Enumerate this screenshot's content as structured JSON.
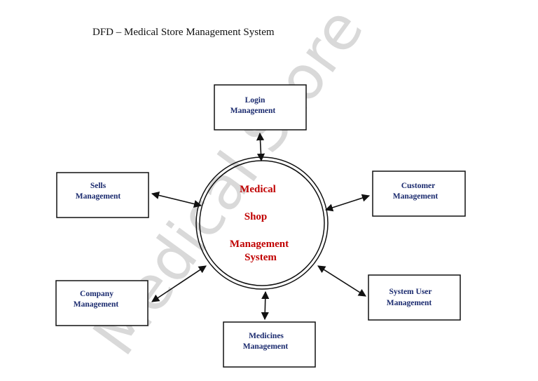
{
  "title": "DFD – Medical Store Management System",
  "center": {
    "lines": [
      "Medical",
      "Shop",
      "Management",
      "System"
    ]
  },
  "entities": {
    "login": [
      "Login",
      "Management"
    ],
    "customer": [
      "Customer",
      "Management"
    ],
    "system_user": [
      "System User",
      "Management"
    ],
    "medicines": [
      "Medicines",
      "Management"
    ],
    "company": [
      "Company",
      "Management"
    ],
    "sells": [
      "Sells",
      "Management"
    ]
  },
  "watermark": "Medical Store",
  "colors": {
    "center_text": "#c00000",
    "box_text": "#1a2a6e",
    "watermark": "#d9d9d9"
  }
}
